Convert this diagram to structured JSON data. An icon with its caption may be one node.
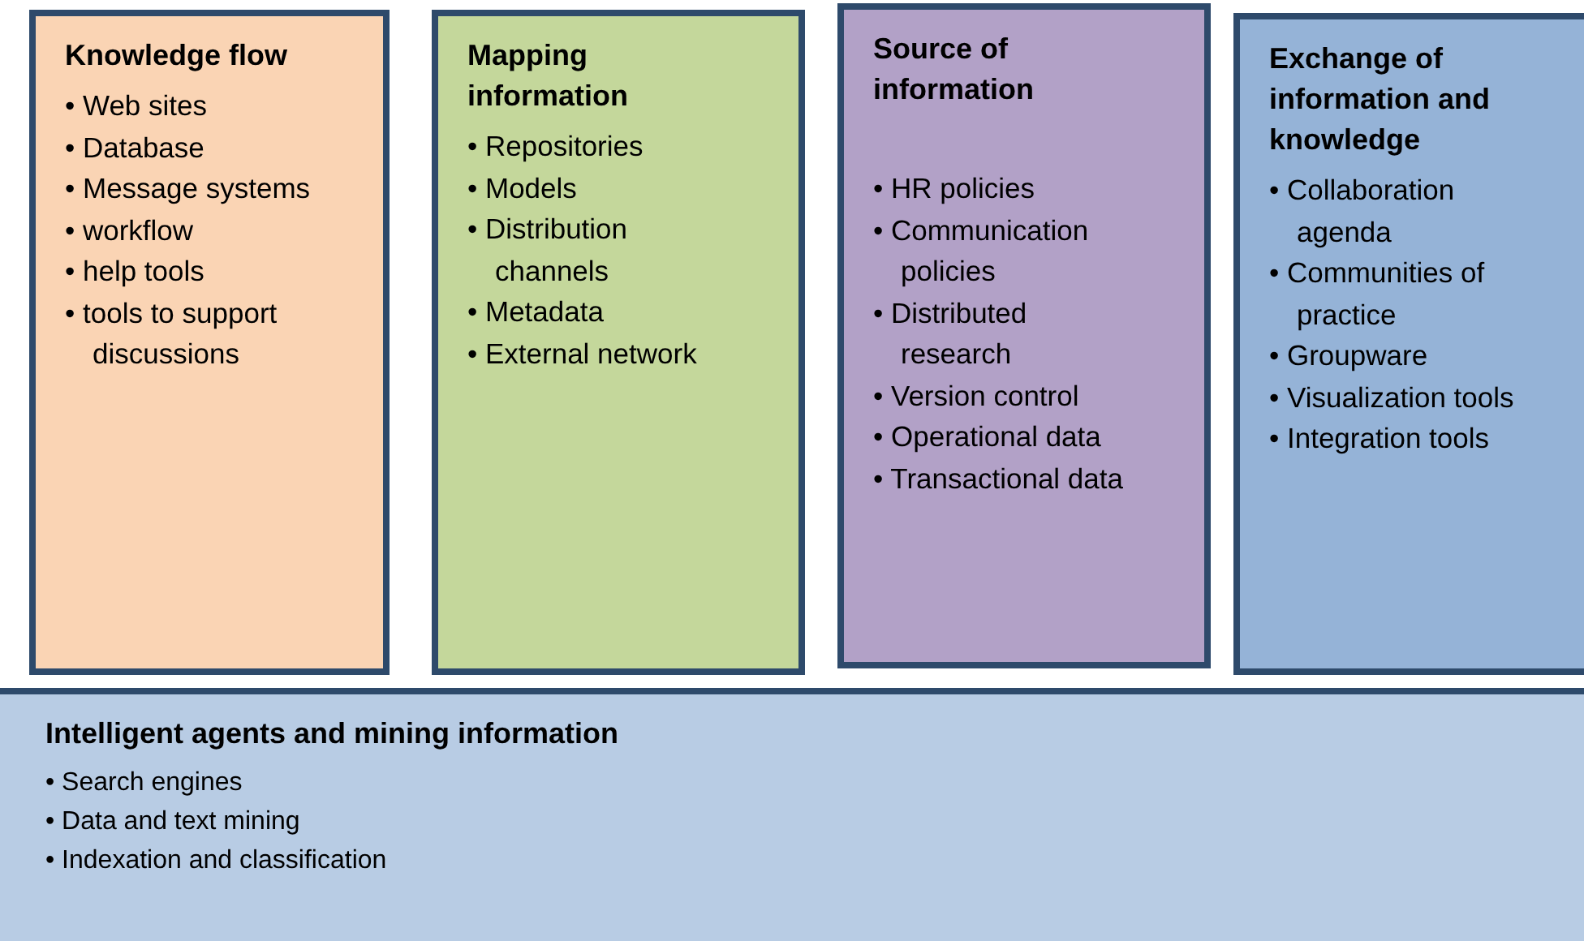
{
  "diagram": {
    "nodes": [
      {
        "text": [
          "Knowledge flow",
          "• Web sites",
          "• Database",
          "• Message systems",
          "• workflow",
          "• help tools",
          "• tools to support discussions"
        ]
      },
      {
        "text": [
          "Mapping information",
          "• Repositories",
          "• Models",
          "• Distribution channels",
          "• Metadata",
          "• External network"
        ]
      },
      {
        "text": [
          "Source of information",
          "• HR policies",
          "• Communication policies",
          "• Distributed research",
          "• Version control",
          "• Operational data",
          "• Transactional data"
        ]
      },
      {
        "text": [
          "Exchange of information and knowledge",
          "• Collaboration agenda",
          "• Communities of practice",
          "• Groupware",
          "• Visualization tools",
          "• Integration tools"
        ]
      },
      {
        "text": [
          "Intelligent agents and mining information",
          "• Search engines",
          "• Data and text mining",
          "• Indexation and classification"
        ]
      }
    ]
  }
}
